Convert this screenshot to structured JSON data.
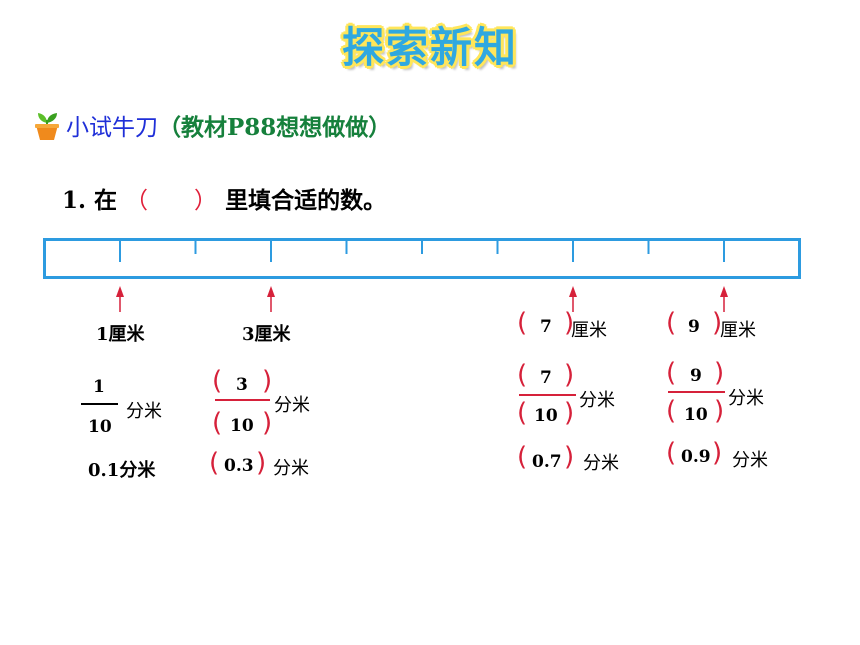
{
  "title": "探索新知",
  "section": {
    "label": "小试牛刀",
    "source": "（教材P88想想做做）"
  },
  "question": {
    "prefix": "1. 在",
    "blank_open": "（",
    "blank_close": "）",
    "suffix": "里填合适的数。"
  },
  "ruler": {
    "segments": 10,
    "arrows_at": [
      1,
      3,
      7,
      9
    ]
  },
  "units": {
    "cm": "厘米",
    "dm": "分米"
  },
  "col1": {
    "cm": "1厘米",
    "frac_num": "1",
    "frac_den": "10",
    "dec": "0.1分米"
  },
  "col2": {
    "cm": "3厘米",
    "frac_num": "3",
    "frac_den": "10",
    "dec": "0.3"
  },
  "col3": {
    "cm_val": "7",
    "frac_num": "7",
    "frac_den": "10",
    "dec": "0.7"
  },
  "col4": {
    "cm_val": "9",
    "frac_num": "9",
    "frac_den": "10",
    "dec": "0.9"
  },
  "paren": {
    "open": "(",
    "close": ")"
  },
  "colors": {
    "ruler_blue": "#2d9be0",
    "arrow_red": "#d6213a",
    "heading_blue": "#1f2fd8",
    "heading_green": "#16803c"
  }
}
